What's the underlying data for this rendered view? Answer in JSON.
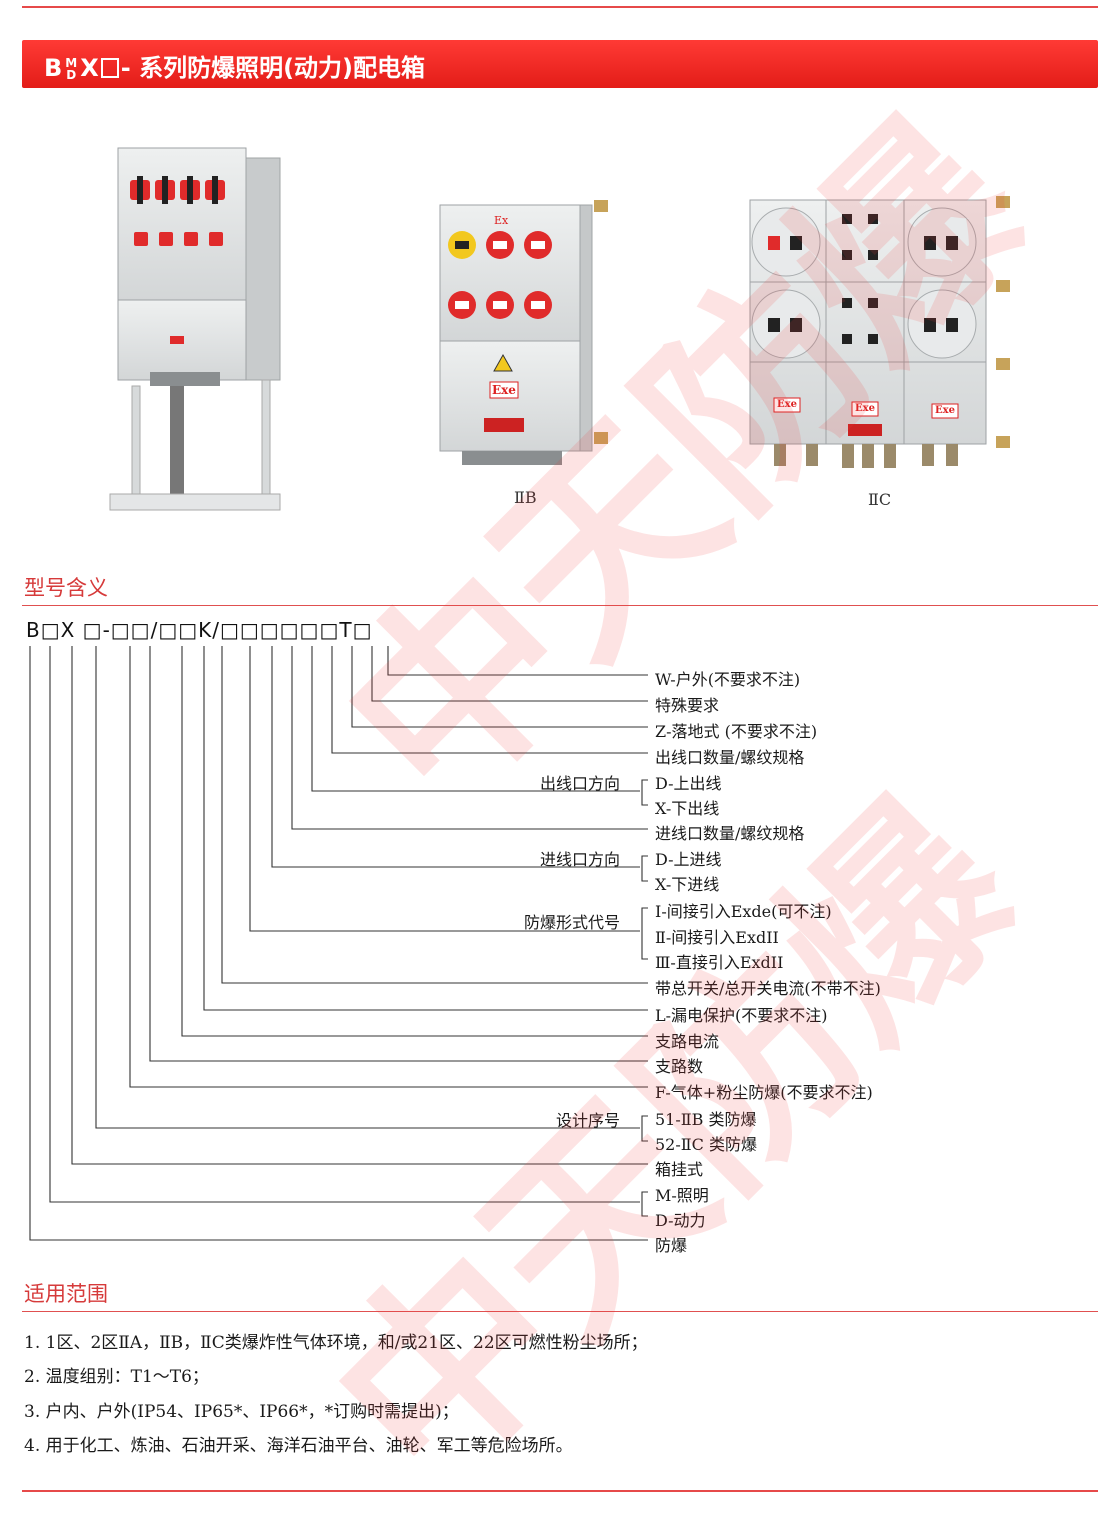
{
  "banner": {
    "prefix": "B",
    "sup": "M",
    "sub": "D",
    "x": "X",
    "title": "- 系列防爆照明(动力)配电箱"
  },
  "products": {
    "caption_b": "ⅡB",
    "caption_c": "ⅡC",
    "label_ex": "Ex",
    "label_exe": "Exe"
  },
  "model": {
    "section_title": "型号含义",
    "code": "B□X □-□□/□□K/□□□□□□T□",
    "descriptions": [
      "W-户外(不要求不注)",
      "特殊要求",
      "Z-落地式 (不要求不注)",
      "出线口数量/螺纹规格",
      "D-上出线",
      "X-下出线",
      "进线口数量/螺纹规格",
      "D-上进线",
      "X-下进线",
      "Ⅰ-间接引入Exde(可不注)",
      "Ⅱ-间接引入ExdII",
      "Ⅲ-直接引入ExdII",
      "带总开关/总开关电流(不带不注)",
      "L-漏电保护(不要求不注)",
      "支路电流",
      "支路数",
      "F-气体+粉尘防爆(不要求不注)",
      "51-ⅡB 类防爆",
      "52-ⅡC 类防爆",
      "箱挂式",
      "M-照明",
      "D-动力",
      "防爆"
    ],
    "groups": [
      "出线口方向",
      "进线口方向",
      "防爆形式代号",
      "设计序号"
    ]
  },
  "usage": {
    "section_title": "适用范围",
    "items": [
      "1. 1区、2区ⅡA，ⅡB，ⅡC类爆炸性气体环境，和/或21区、22区可燃性粉尘场所；",
      "2. 温度组别：T1～T6；",
      "3. 户内、户外(IP54、IP65*、IP66*，*订购时需提出)；",
      "4. 用于化工、炼油、石油开采、海洋石油平台、油轮、军工等危险场所。"
    ]
  },
  "watermark": {
    "text1": "中天防爆",
    "text2": "中天防爆"
  },
  "colors": {
    "banner": "#e8231e",
    "accent": "#d63a3a",
    "switch_red": "#e02b2b",
    "switch_yellow": "#f2c81e"
  }
}
